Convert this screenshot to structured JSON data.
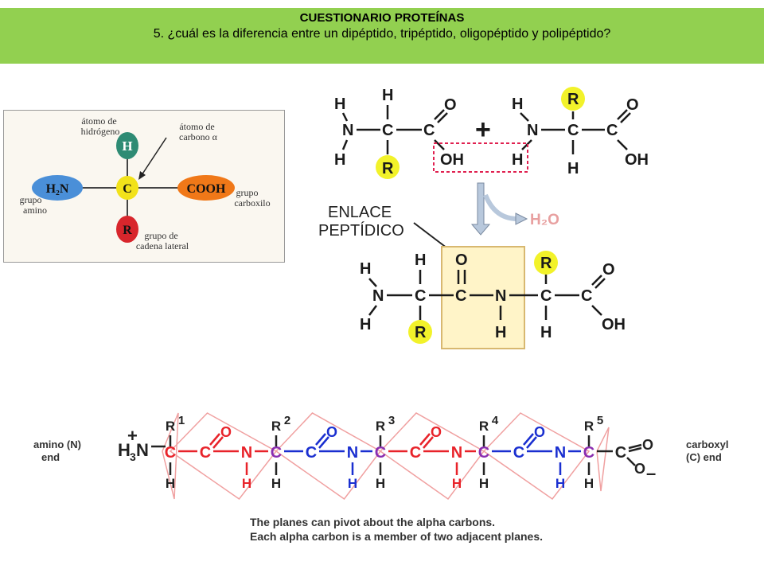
{
  "header": {
    "title": "CUESTIONARIO  PROTEÍNAS",
    "question": "5. ¿cuál es la diferencia entre un dipéptido, tripéptido, oligopéptido y polipéptido?",
    "bg_color": "#92d050"
  },
  "amino_acid_diagram": {
    "center": "C",
    "top": "H",
    "left": "H₂N",
    "right": "COOH",
    "bottom": "R",
    "label_hydrogen": [
      "átomo de",
      "hidrógeno"
    ],
    "label_alpha": [
      "átomo de",
      "carbono α"
    ],
    "label_amino": [
      "grupo",
      "amino"
    ],
    "label_carboxyl": [
      "grupo",
      "carboxilo"
    ],
    "label_side": [
      "grupo de",
      "cadena lateral"
    ]
  },
  "peptide_bond": {
    "plus": "+",
    "water": "H₂O",
    "bond_label": [
      "ENLACE",
      "PEPTÍDICO"
    ],
    "atoms": {
      "H": "H",
      "N": "N",
      "C": "C",
      "O": "O",
      "R": "R",
      "OH": "OH"
    }
  },
  "polypeptide": {
    "left_label": [
      "amino (N)",
      "end"
    ],
    "right_label": [
      "carboxyl",
      "(C) end"
    ],
    "n_terminus": "H",
    "n_sub": "3",
    "n_atom": "N",
    "plus": "+",
    "minus": "–",
    "residue_numbers": [
      "1",
      "2",
      "3",
      "4",
      "5"
    ],
    "caption": [
      "The  planes can pivot  about the alpha carbons.",
      "Each alpha carbon is a member of two adjacent planes."
    ],
    "colors": {
      "red": "#e8232a",
      "blue": "#1a2fd0",
      "purple": "#8a2db0",
      "plane": "#f0a0a0"
    }
  }
}
